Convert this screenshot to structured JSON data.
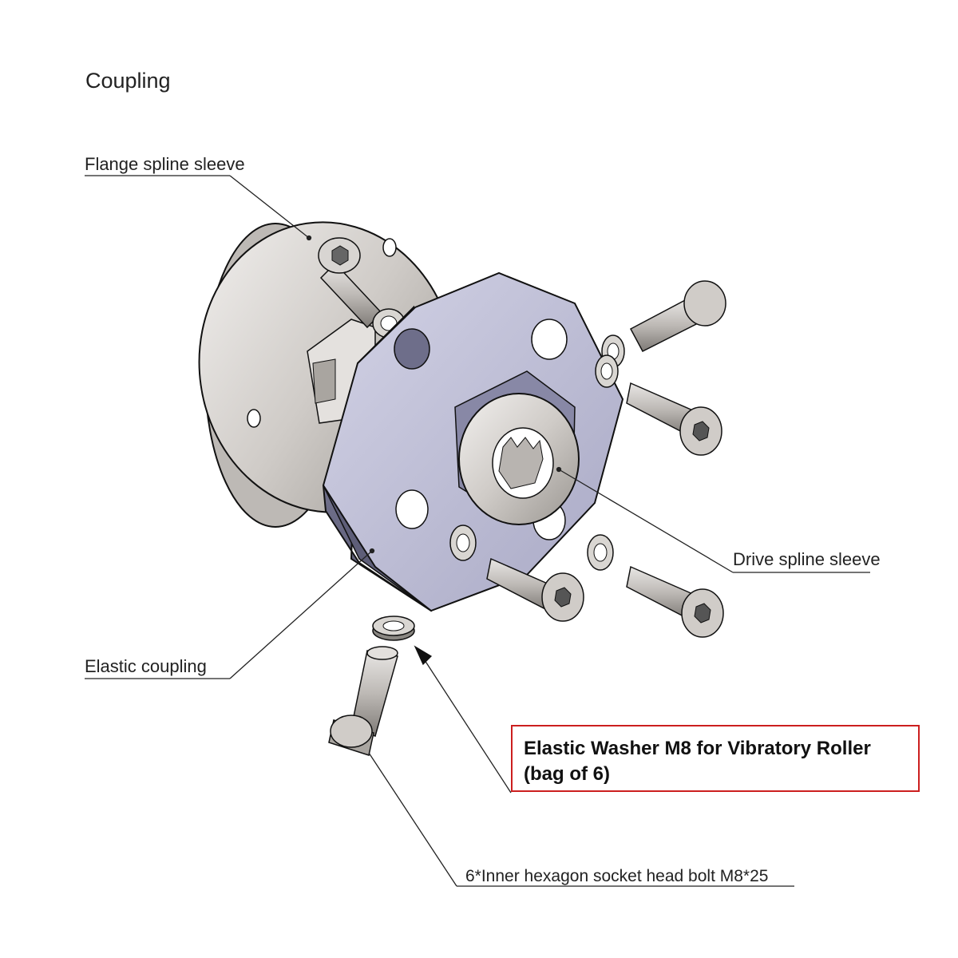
{
  "title": "Coupling",
  "labels": {
    "flange": "Flange spline sleeve",
    "drive": "Drive spline sleeve",
    "elastic": "Elastic coupling",
    "bolt": "6*Inner hexagon socket head bolt M8*25"
  },
  "highlight": {
    "line1": "Elastic Washer M8 for Vibratory Roller",
    "line2": "(bag of 6)",
    "border_color": "#cc1f1f"
  },
  "colors": {
    "part_face": "#c9c9e0",
    "part_side": "#9898b4",
    "part_dark": "#5a5a74",
    "metal": "#d9d6d2",
    "metal_dark": "#8a8782",
    "outline": "#111111"
  }
}
